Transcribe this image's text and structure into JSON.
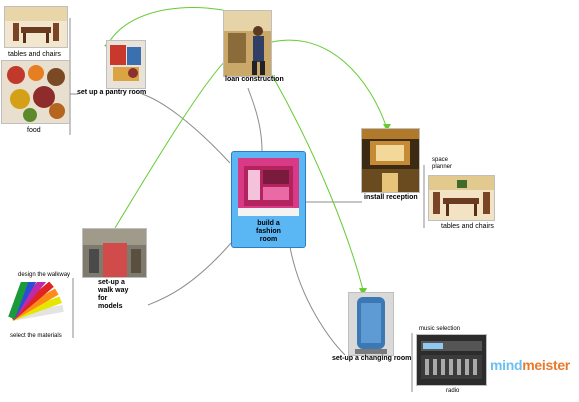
{
  "center": {
    "label": "build a\nfashion\nroom"
  },
  "nodes": {
    "pantry": {
      "label": "set up a pantry room"
    },
    "loan": {
      "label": "loan construction"
    },
    "reception": {
      "label": "install reception"
    },
    "walkway": {
      "label": "set-up a\nwalk way\nfor\nmodels"
    },
    "changing": {
      "label": "set-up a changing room"
    }
  },
  "leaves": {
    "tables_chairs_left": {
      "label": "tables and chairs"
    },
    "food": {
      "label": "food"
    },
    "space_planner": {
      "label": "space\nplanner"
    },
    "tables_chairs_right": {
      "label": "tables and chairs"
    },
    "design_walkway": {
      "label": "design the walkway"
    },
    "select_materials": {
      "label": "select the materials"
    },
    "music_selection": {
      "label": "music selection"
    },
    "radio": {
      "label": "radio"
    }
  },
  "branding": {
    "logo_part1": "mind",
    "logo_part2": "meister"
  },
  "colors": {
    "center_fill": "#5bb6f4",
    "connector": "#888888",
    "link": "#66cc33"
  }
}
